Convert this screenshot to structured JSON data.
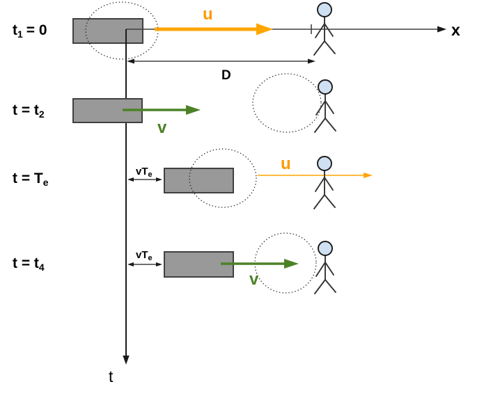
{
  "diagram": {
    "description_type": "spacetime-snapshots",
    "axes": {
      "x_label": "x",
      "t_label": "t"
    },
    "distance_label": "D",
    "rows": [
      {
        "time": {
          "pre": "t",
          "sub": "1",
          "post": "= 0"
        },
        "velocity_label": "u"
      },
      {
        "time": {
          "pre": "t = t",
          "sub": "2",
          "post": ""
        },
        "velocity_label": "v"
      },
      {
        "time": {
          "pre": "t = T",
          "sub": "e",
          "post": ""
        },
        "offset_label": {
          "pre": "vT",
          "sub": "e"
        },
        "velocity_label": "u"
      },
      {
        "time": {
          "pre": "t = t",
          "sub": "4",
          "post": ""
        },
        "offset_label": {
          "pre": "vT",
          "sub": "e"
        },
        "velocity_label": "v"
      }
    ],
    "colors": {
      "u_arrow": "#FFA500",
      "u_label": "#FF9900",
      "v_arrow": "#4C8227",
      "train_fill": "#999999",
      "train_stroke": "#404040",
      "figure_head_fill": "#CFE0F2",
      "line": "#1A1A1A"
    }
  }
}
